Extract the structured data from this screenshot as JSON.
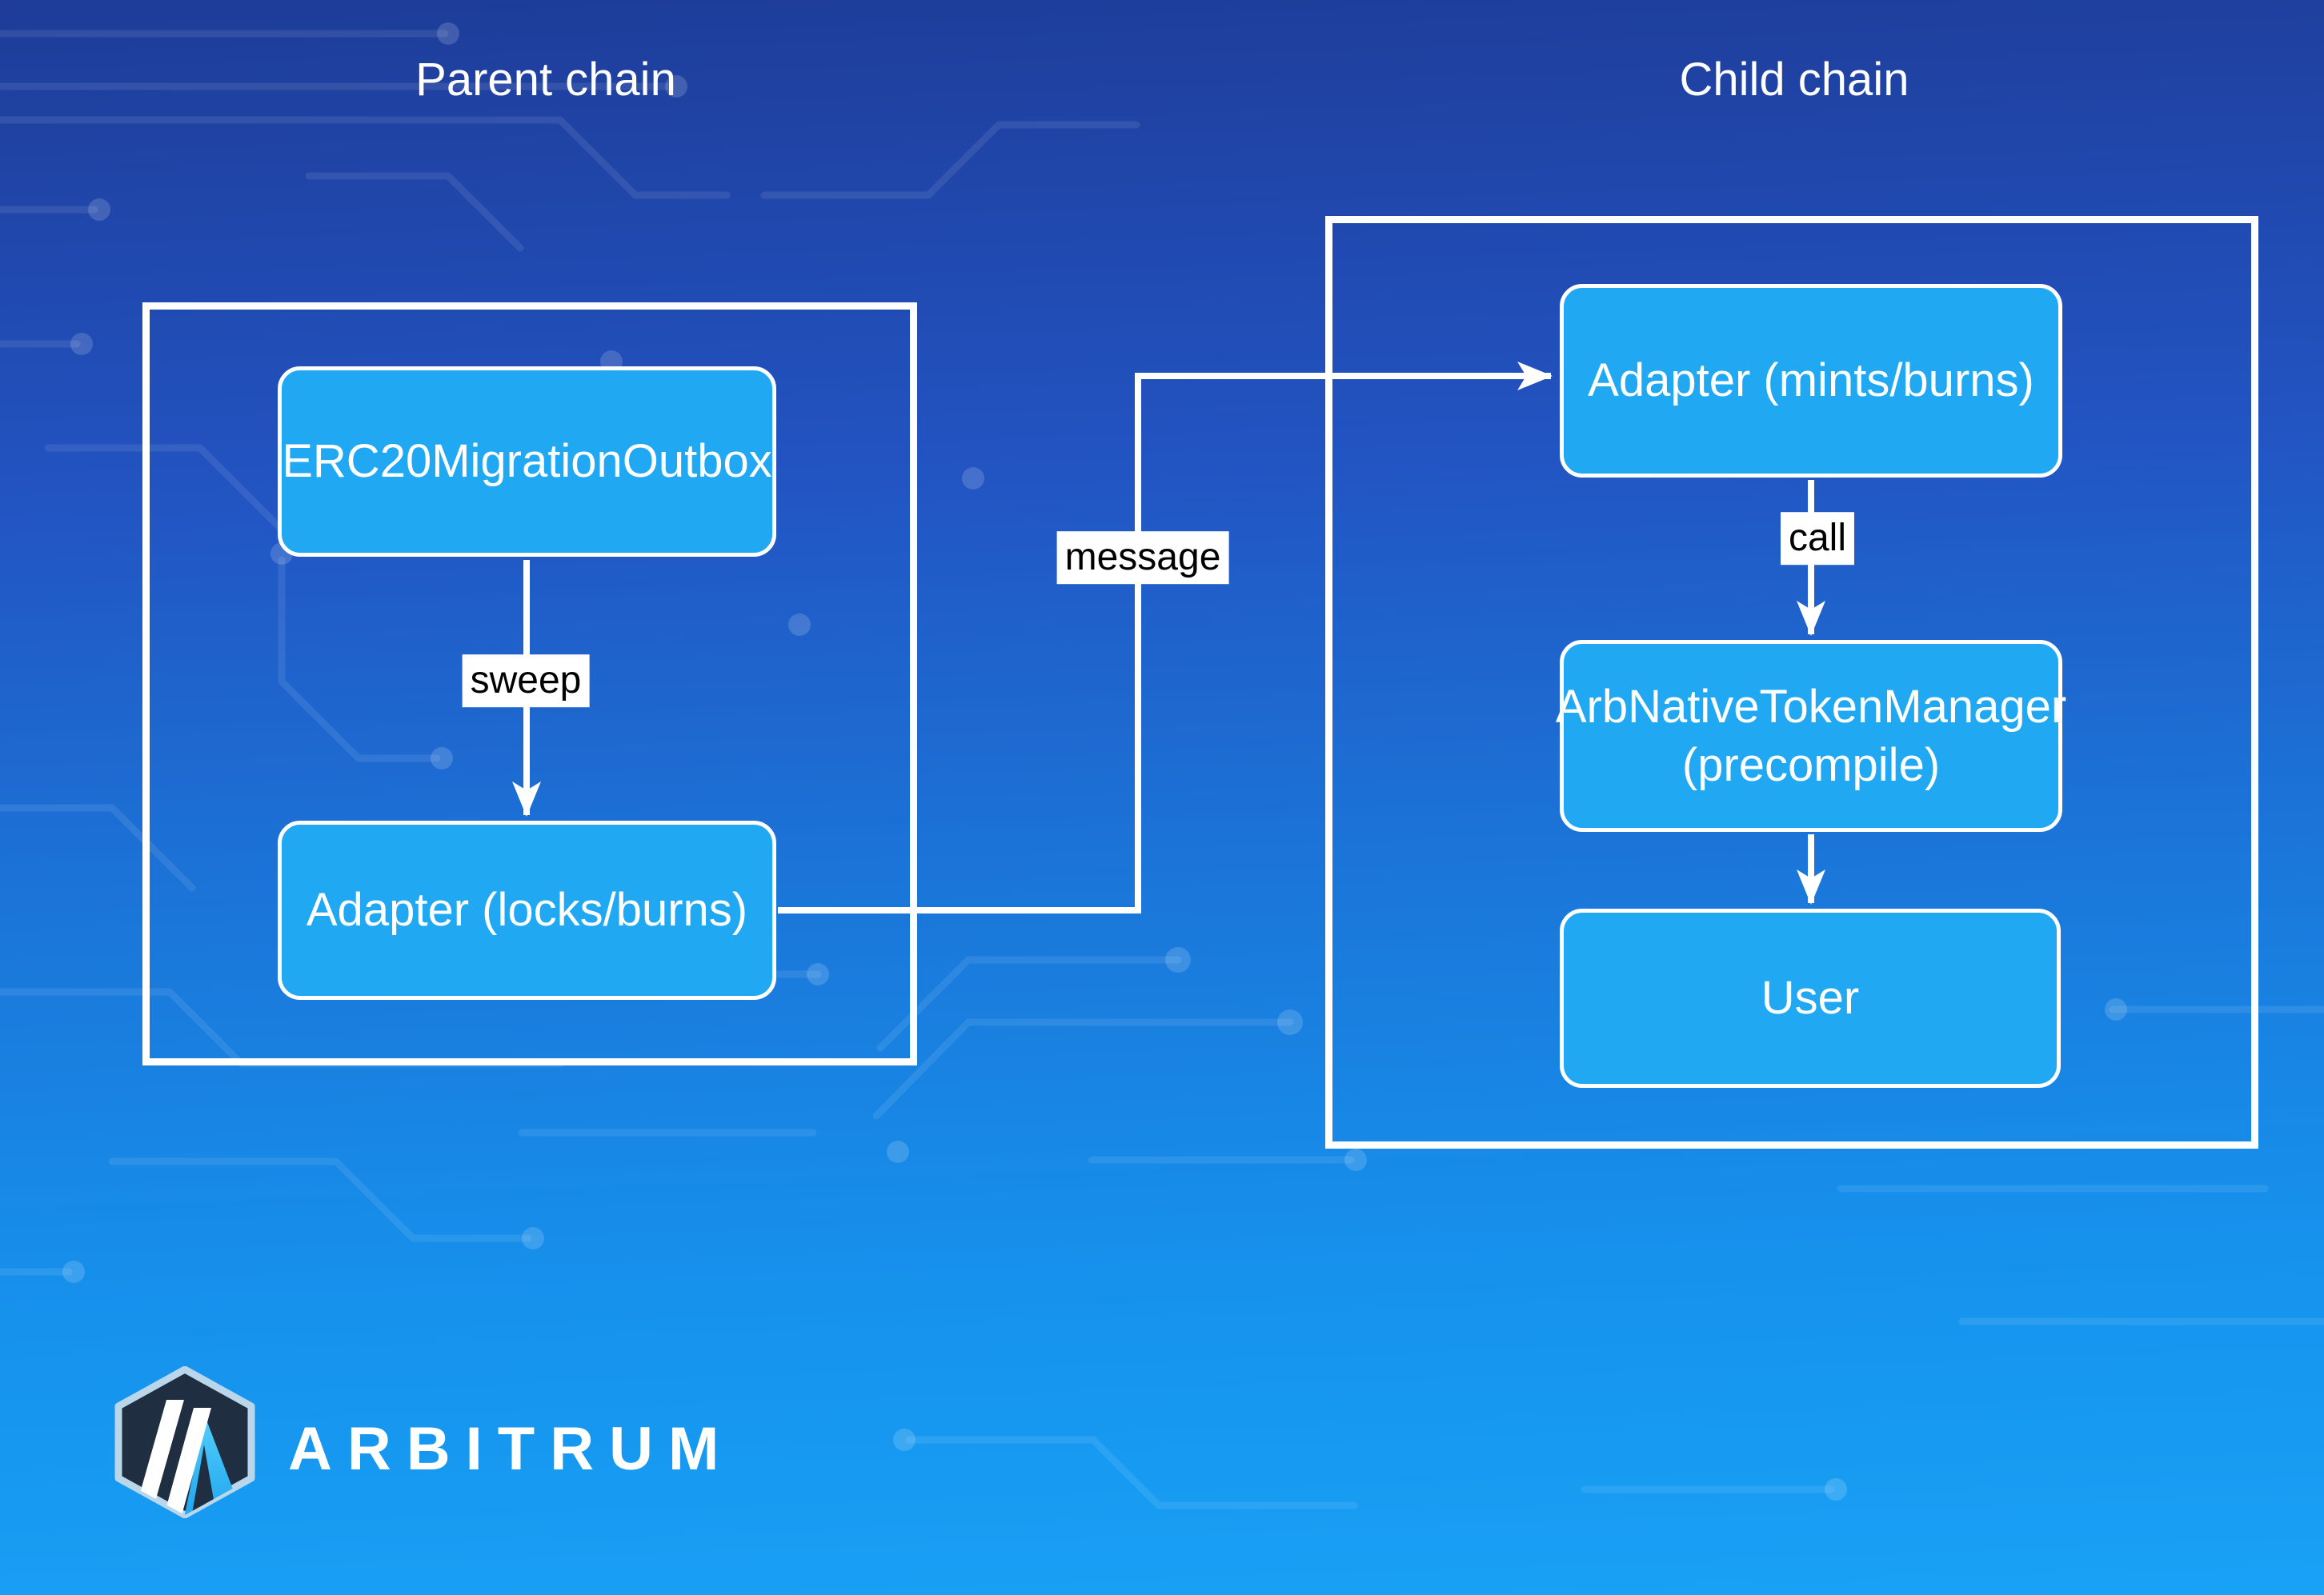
{
  "diagram": {
    "parent_chain": {
      "title": "Parent chain",
      "nodes": {
        "outbox": "ERC20MigrationOutbox",
        "adapter": "Adapter (locks/burns)"
      },
      "edge_sweep": "sweep"
    },
    "child_chain": {
      "title": "Child chain",
      "nodes": {
        "adapter": "Adapter (mints/burns)",
        "manager_line1": "ArbNativeTokenManager",
        "manager_line2": "(precompile)",
        "user": "User"
      },
      "edge_call": "call"
    },
    "cross_edge": {
      "label": "message"
    }
  },
  "footer": {
    "brand": "ARBITRUM"
  },
  "colors": {
    "bg_top": "#1e3c98",
    "bg_mid": "#2254c2",
    "bg_low": "#1b76d9",
    "bg_bottom": "#18a2f6",
    "node_fill": "#21a8f3",
    "edge_color": "#ffffff",
    "label_bg": "#ffffff",
    "label_text": "#000000",
    "logo_navy": "#1f2e40",
    "logo_border": "#b9d6ea",
    "logo_accent": "#1da6f0"
  }
}
